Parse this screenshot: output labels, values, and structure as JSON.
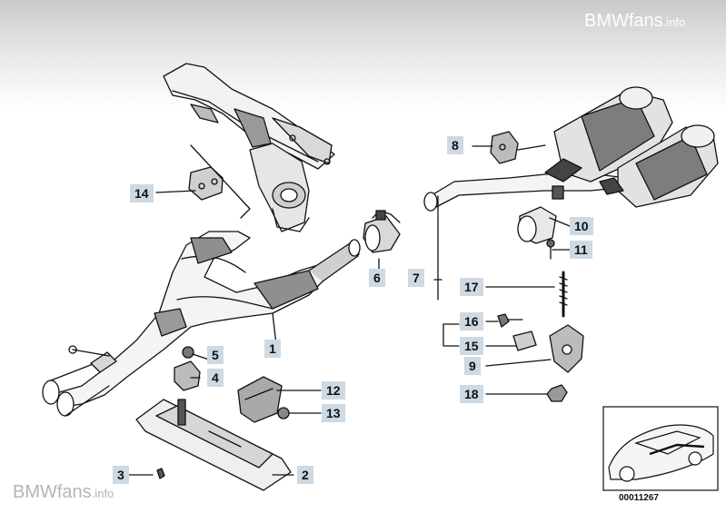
{
  "watermark": {
    "top_brand": "BMWfans",
    "top_suffix": ".info",
    "bottom_brand": "BMWfans",
    "bottom_suffix": ".info"
  },
  "diagram_id": "00011267",
  "parts": [
    {
      "num": "1"
    },
    {
      "num": "2"
    },
    {
      "num": "3"
    },
    {
      "num": "4"
    },
    {
      "num": "5"
    },
    {
      "num": "6"
    },
    {
      "num": "7"
    },
    {
      "num": "8"
    },
    {
      "num": "9"
    },
    {
      "num": "10"
    },
    {
      "num": "11"
    },
    {
      "num": "12"
    },
    {
      "num": "13"
    },
    {
      "num": "14"
    },
    {
      "num": "15"
    },
    {
      "num": "16"
    },
    {
      "num": "17"
    },
    {
      "num": "18"
    }
  ],
  "colors": {
    "callout_bg": "#cdd9e3",
    "line": "#111111",
    "shade": "#8a8a8a"
  }
}
